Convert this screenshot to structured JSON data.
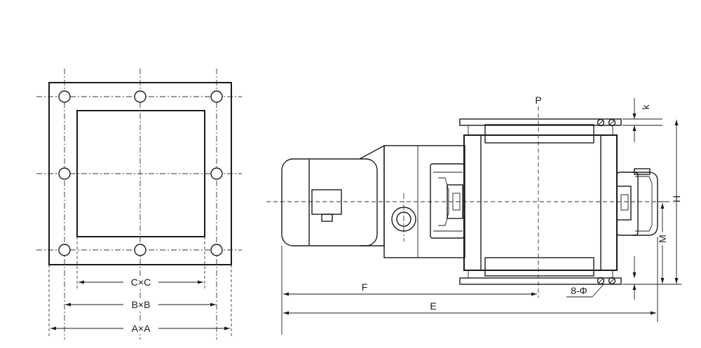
{
  "front_view": {
    "dim_cc": "C×C",
    "dim_bb": "B×B",
    "dim_aa": "A×A"
  },
  "side_view": {
    "label_p": "P",
    "label_k": "k",
    "label_h": "H",
    "label_m": "M",
    "label_f": "F",
    "label_e": "E",
    "label_holes": "8-Φ"
  }
}
